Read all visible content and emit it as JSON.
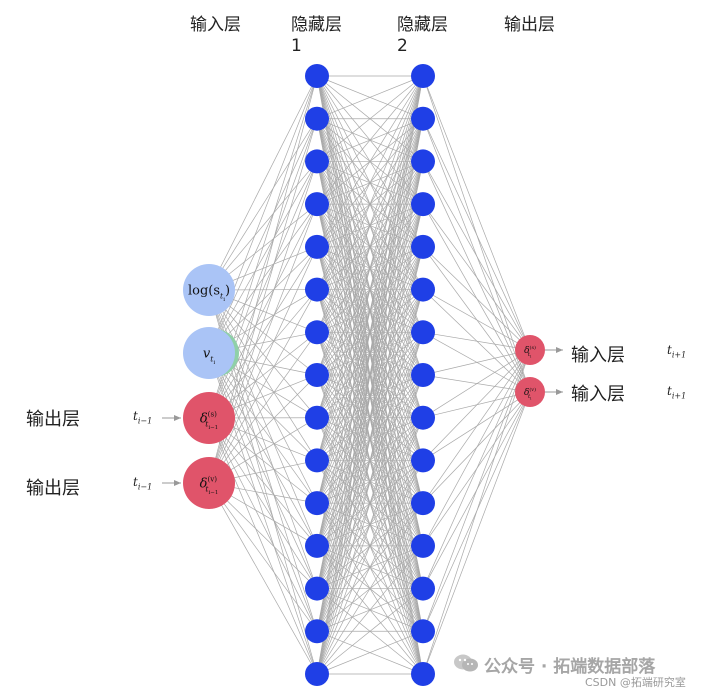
{
  "layers": {
    "input_title": "输入层",
    "hidden1_title": "隐藏层",
    "hidden1_num": "1",
    "hidden2_title": "隐藏层",
    "hidden2_num": "2",
    "output_title": "输出层"
  },
  "input_nodes": [
    {
      "label": "log(s",
      "sub": "t",
      "subsub": "i",
      "tail": ")",
      "color": "#aac4f6"
    },
    {
      "label": "v",
      "sub": "t",
      "subsub": "i",
      "tail": "",
      "color": "#aac4f6"
    },
    {
      "label": "δ",
      "sup": "(s)",
      "sub": "t",
      "subsub": "i−1",
      "color": "#e0546a"
    },
    {
      "label": "δ",
      "sup": "(v)",
      "sub": "t",
      "subsub": "i−1",
      "color": "#e0546a"
    }
  ],
  "output_nodes": [
    {
      "label": "δ",
      "sup": "(s)",
      "sub": "t",
      "subsub": "i",
      "color": "#e0546a"
    },
    {
      "label": "δ",
      "sup": "(v)",
      "sub": "t",
      "subsub": "i",
      "color": "#e0546a"
    }
  ],
  "hidden": {
    "count_layer1": 15,
    "count_layer2": 15,
    "color": "#1f3fe6"
  },
  "left_labels": [
    "输出层",
    "输出层"
  ],
  "left_time": {
    "base": "t",
    "sub": "i−1"
  },
  "right_labels": [
    "输入层",
    "输入层"
  ],
  "right_time": {
    "base": "t",
    "sub": "i+1"
  },
  "watermark": {
    "main": "公众号 · 拓端数据部落",
    "sub": "CSDN @拓端研究室"
  },
  "colors": {
    "edge": "#a9a9a9",
    "hidden_node": "#1f3fe6",
    "input_blue": "#aac4f6",
    "red_node": "#e0546a"
  }
}
